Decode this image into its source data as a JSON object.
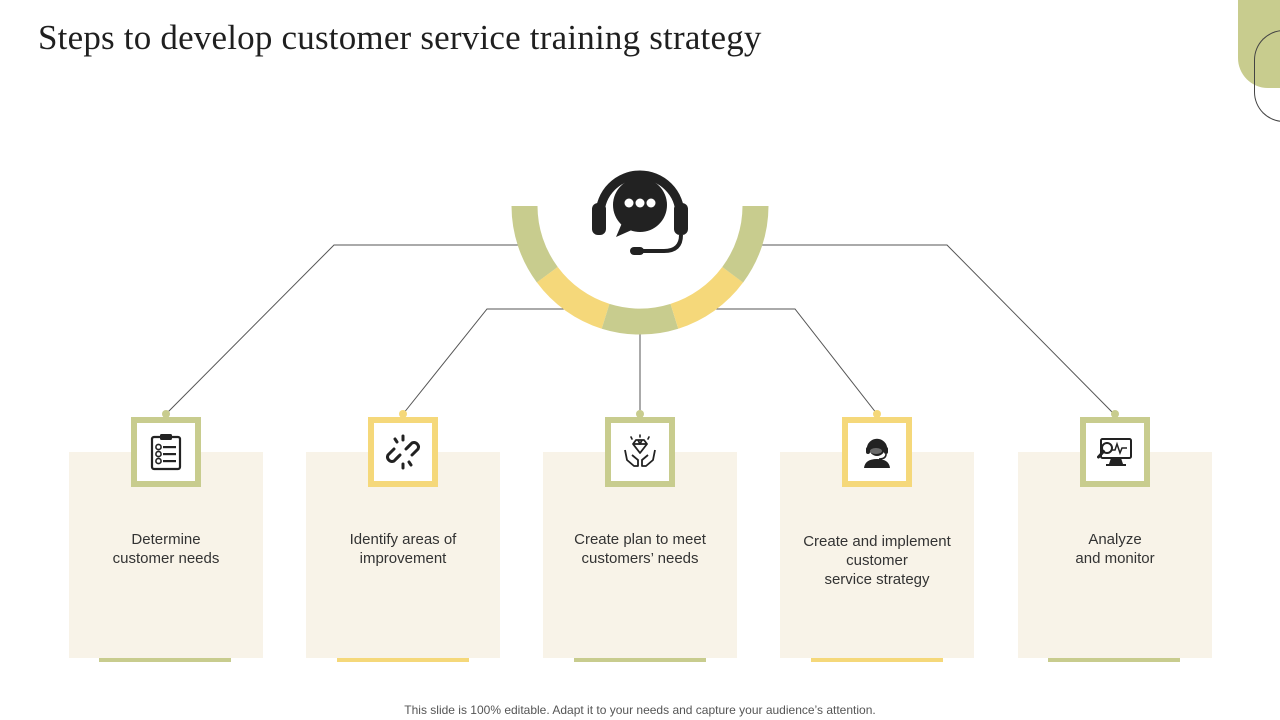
{
  "title": "Steps to develop customer service training strategy",
  "footer": "This slide is 100% editable. Adapt it to your needs and capture your audience’s attention.",
  "colors": {
    "olive": "#c8cc8e",
    "yellow": "#f5d87a",
    "card": "#f8f3e8",
    "icon": "#222222"
  },
  "center_icon": "headset-chat-icon",
  "steps": [
    {
      "label": "Determine\ncustomer needs",
      "icon": "checklist-icon",
      "accent": "olive"
    },
    {
      "label": "Identify  areas of\nimprovement",
      "icon": "broken-link-icon",
      "accent": "yellow"
    },
    {
      "label": "Create plan to meet\ncustomers’ needs",
      "icon": "diamond-hands-icon",
      "accent": "olive"
    },
    {
      "label": "Create and implement\ncustomer\nservice strategy",
      "icon": "agent-headset-icon",
      "accent": "yellow"
    },
    {
      "label": "Analyze\nand monitor",
      "icon": "monitor-analytics-icon",
      "accent": "olive"
    }
  ]
}
